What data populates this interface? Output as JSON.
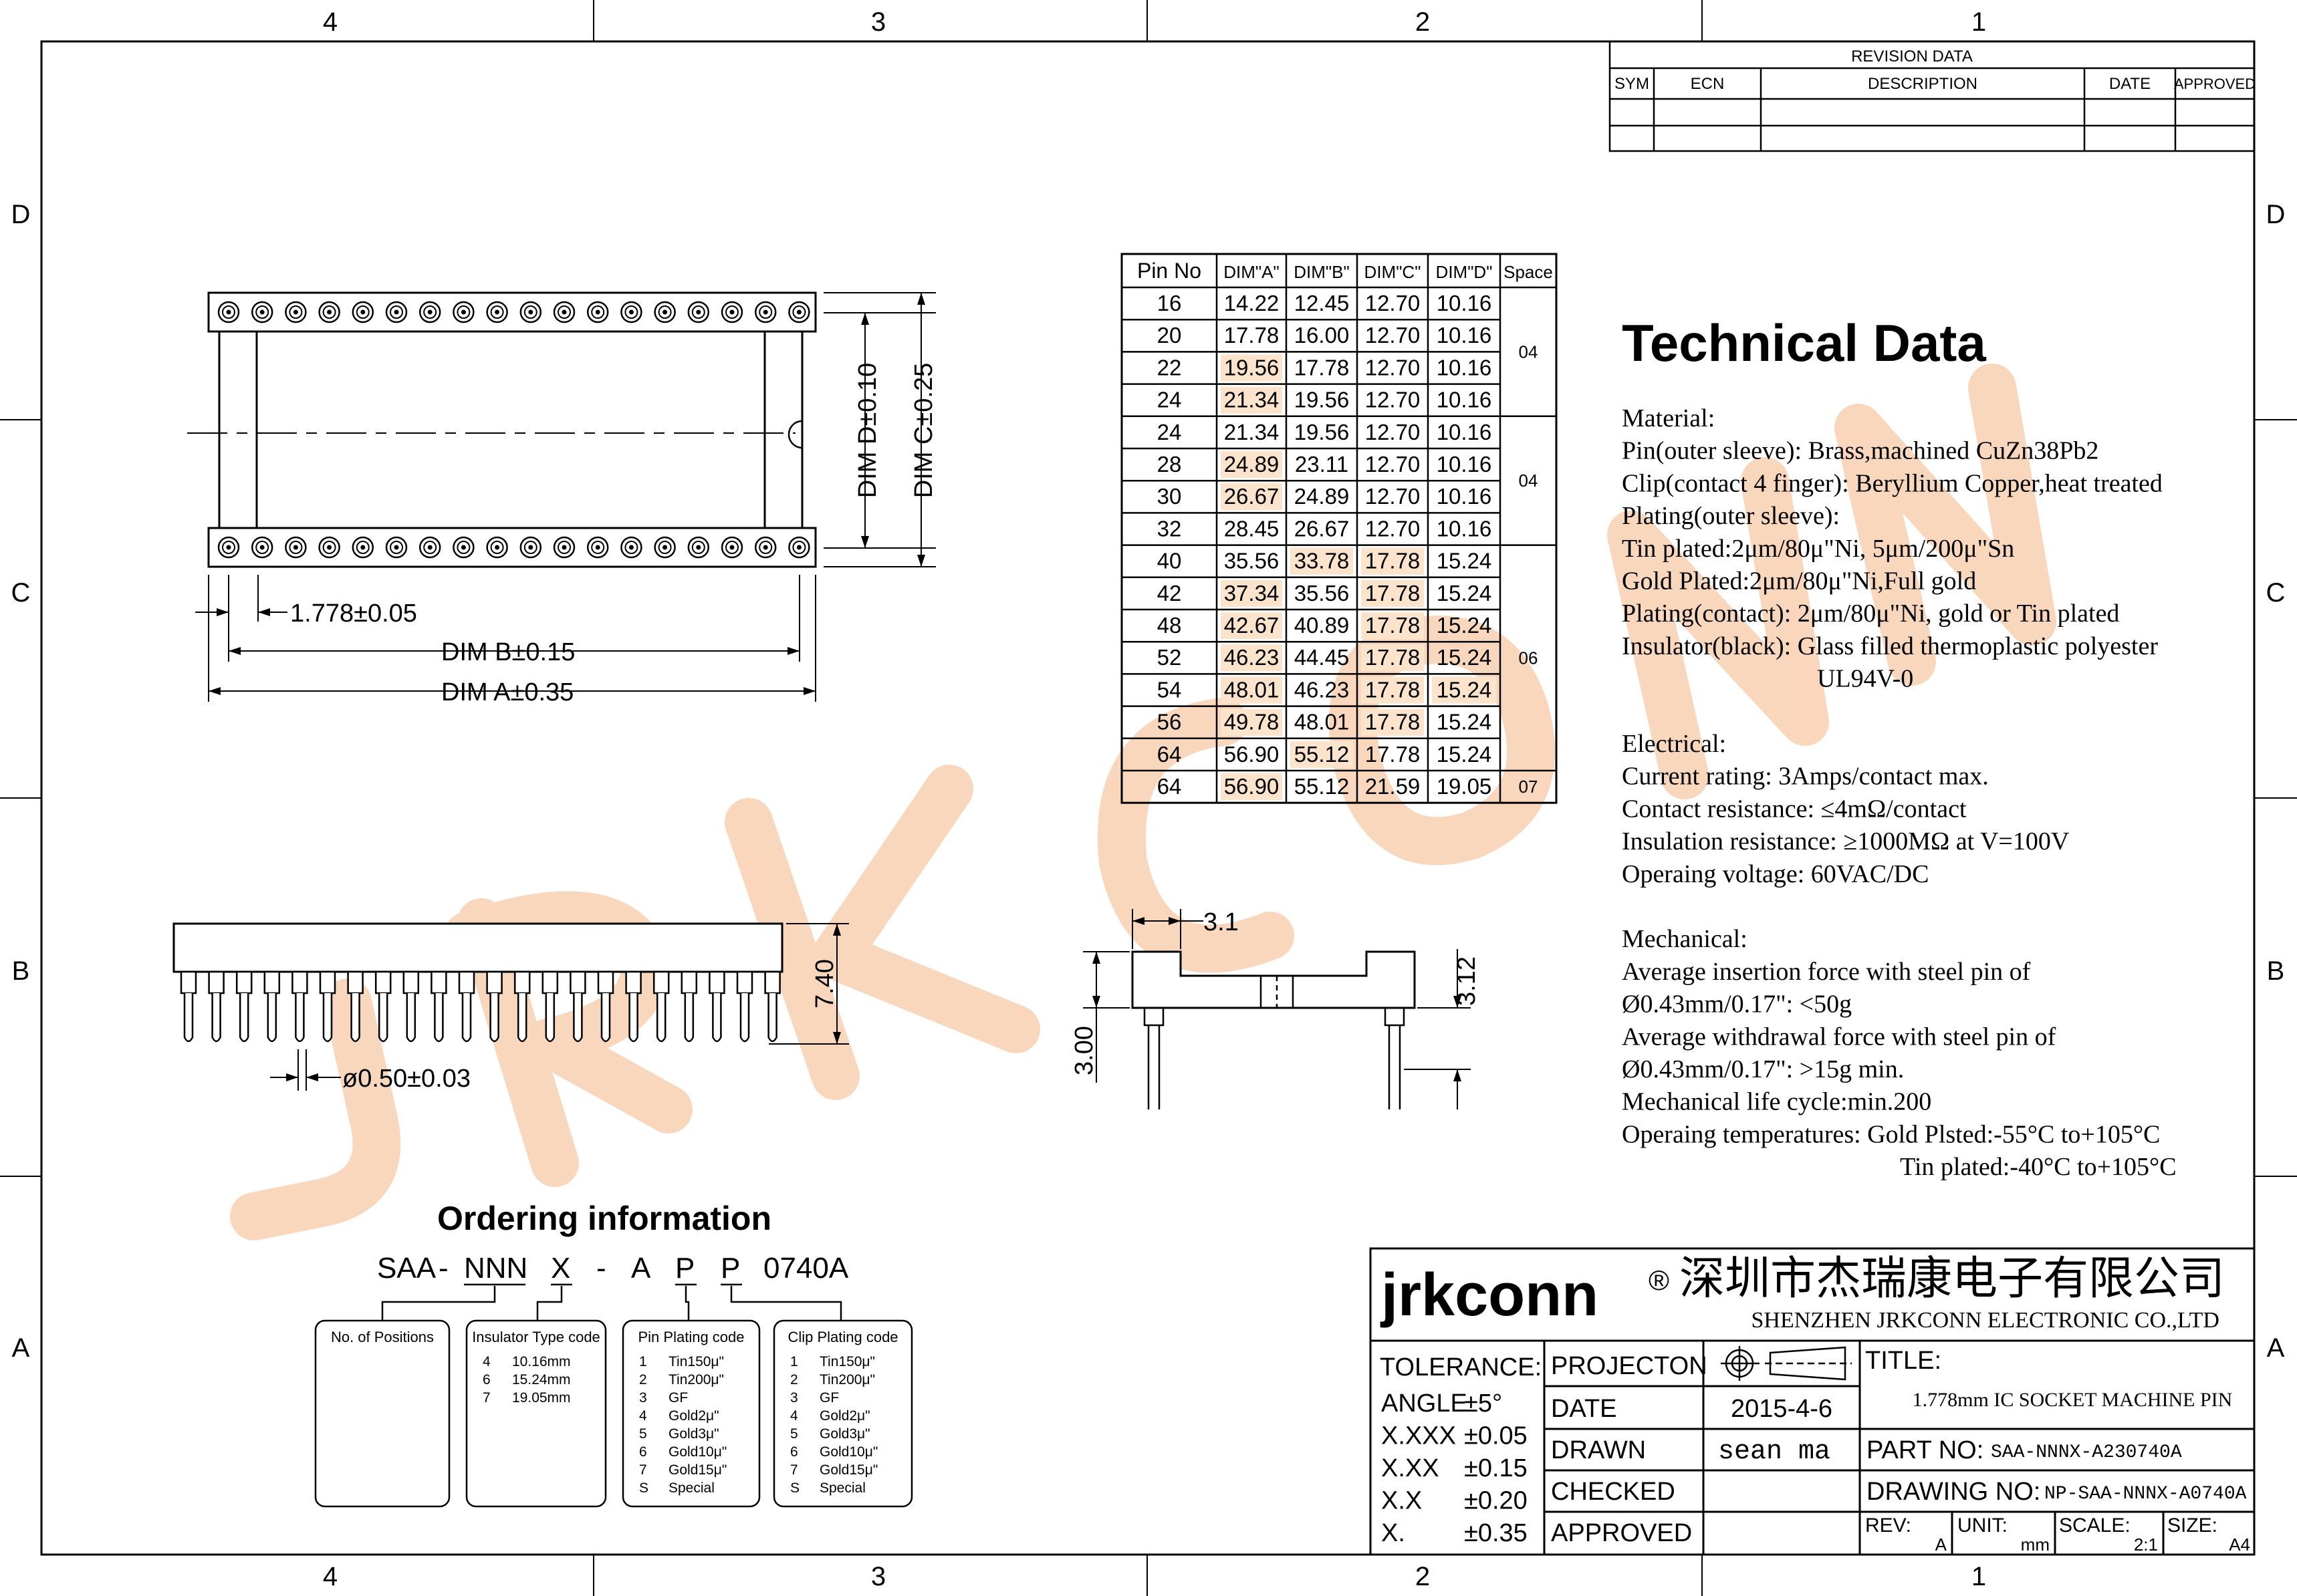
{
  "frame": {
    "zones_top": [
      "4",
      "3",
      "2",
      "1"
    ],
    "zones_bottom": [
      "4",
      "3",
      "2",
      "1"
    ],
    "zones_left": [
      "D",
      "C",
      "B",
      "A"
    ],
    "zones_right": [
      "D",
      "C",
      "B",
      "A"
    ]
  },
  "revision_block": {
    "title": "REVISION  DATA",
    "headers": [
      "SYM",
      "ECN",
      "DESCRIPTION",
      "DATE",
      "APPROVED"
    ]
  },
  "top_view": {
    "dim_pitch": "1.778±0.05",
    "dim_b": "DIM  B±0.15",
    "dim_a": "DIM  A±0.35",
    "dim_d": "DIM  D±0.10",
    "dim_c": "DIM  C±0.25"
  },
  "side_view": {
    "dim_height": "7.40",
    "dim_pin": "ø0.50±0.03"
  },
  "end_view": {
    "dim_top": "3.1",
    "dim_right": "3.12",
    "dim_left": "3.00"
  },
  "dim_table": {
    "headers": [
      "Pin No",
      "DIM\"A\"",
      "DIM\"B\"",
      "DIM\"C\"",
      "DIM\"D\"",
      "Space"
    ],
    "rows": [
      [
        "16",
        "14.22",
        "12.45",
        "12.70",
        "10.16"
      ],
      [
        "20",
        "17.78",
        "16.00",
        "12.70",
        "10.16"
      ],
      [
        "22",
        "19.56",
        "17.78",
        "12.70",
        "10.16"
      ],
      [
        "24",
        "21.34",
        "19.56",
        "12.70",
        "10.16"
      ],
      [
        "24",
        "21.34",
        "19.56",
        "12.70",
        "10.16"
      ],
      [
        "28",
        "24.89",
        "23.11",
        "12.70",
        "10.16"
      ],
      [
        "30",
        "26.67",
        "24.89",
        "12.70",
        "10.16"
      ],
      [
        "32",
        "28.45",
        "26.67",
        "12.70",
        "10.16"
      ],
      [
        "40",
        "35.56",
        "33.78",
        "17.78",
        "15.24"
      ],
      [
        "42",
        "37.34",
        "35.56",
        "17.78",
        "15.24"
      ],
      [
        "48",
        "42.67",
        "40.89",
        "17.78",
        "15.24"
      ],
      [
        "52",
        "46.23",
        "44.45",
        "17.78",
        "15.24"
      ],
      [
        "54",
        "48.01",
        "46.23",
        "17.78",
        "15.24"
      ],
      [
        "56",
        "49.78",
        "48.01",
        "17.78",
        "15.24"
      ],
      [
        "64",
        "56.90",
        "55.12",
        "17.78",
        "15.24"
      ],
      [
        "64",
        "56.90",
        "55.12",
        "21.59",
        "19.05"
      ]
    ],
    "spaces": [
      {
        "label": "04",
        "rows": [
          0,
          3
        ]
      },
      {
        "label": "04",
        "rows": [
          4,
          7
        ]
      },
      {
        "label": "06",
        "rows": [
          8,
          14
        ]
      },
      {
        "label": "07",
        "rows": [
          15,
          15
        ]
      }
    ]
  },
  "technical": {
    "title": "Technical Data",
    "lines": [
      "Material:",
      "Pin(outer sleeve): Brass,machined CuZn38Pb2",
      "Clip(contact 4 finger): Beryllium Copper,heat treated",
      "Plating(outer sleeve):",
      "Tin plated:2μm/80μ\"Ni, 5μm/200μ\"Sn",
      "Gold Plated:2μm/80μ\"Ni,Full gold",
      "Plating(contact): 2μm/80μ\"Ni, gold or Tin plated",
      "Insulator(black): Glass filled thermoplastic polyester",
      "UL94V-0",
      "",
      "Electrical:",
      "Current rating: 3Amps/contact max.",
      "Contact resistance: ≤4mΩ/contact",
      "Insulation resistance: ≥1000MΩ at V=100V",
      "Operaing voltage: 60VAC/DC",
      "",
      "Mechanical:",
      "Average insertion force with steel pin of",
      "Ø0.43mm/0.17\": <50g",
      "Average withdrawal force with steel pin of",
      "Ø0.43mm/0.17\": >15g min.",
      "Mechanical life cycle:min.200",
      "Operaing temperatures: Gold Plsted:-55°C to+105°C",
      "Tin plated:-40°C to+105°C"
    ]
  },
  "ordering": {
    "title": "Ordering information",
    "code_parts": [
      "SAA",
      "-",
      "NNN",
      "X",
      "-",
      "A",
      "P",
      "P",
      "0740A"
    ],
    "boxes": [
      {
        "title": "No. of Positions",
        "items": []
      },
      {
        "title": "Insulator Type code",
        "items": [
          [
            "4",
            "10.16mm"
          ],
          [
            "6",
            "15.24mm"
          ],
          [
            "7",
            "19.05mm"
          ]
        ]
      },
      {
        "title": "Pin Plating code",
        "items": [
          [
            "1",
            "Tin150μ\""
          ],
          [
            "2",
            "Tin200μ\""
          ],
          [
            "3",
            "GF"
          ],
          [
            "4",
            "Gold2μ\""
          ],
          [
            "5",
            "Gold3μ\""
          ],
          [
            "6",
            "Gold10μ\""
          ],
          [
            "7",
            "Gold15μ\""
          ],
          [
            "S",
            "Special"
          ]
        ]
      },
      {
        "title": "Clip Plating code",
        "items": [
          [
            "1",
            "Tin150μ\""
          ],
          [
            "2",
            "Tin200μ\""
          ],
          [
            "3",
            "GF"
          ],
          [
            "4",
            "Gold2μ\""
          ],
          [
            "5",
            "Gold3μ\""
          ],
          [
            "6",
            "Gold10μ\""
          ],
          [
            "7",
            "Gold15μ\""
          ],
          [
            "S",
            "Special"
          ]
        ]
      }
    ]
  },
  "title_block": {
    "brand": "jrkconn",
    "reg": "®",
    "company_cn": "深圳市杰瑞康电子有限公司",
    "company_en": "SHENZHEN JRKCONN ELECTRONIC CO.,LTD",
    "tolerance_label": "TOLERANCE:",
    "tolerances": [
      [
        "ANGLE",
        "±5°"
      ],
      [
        "X.XXX",
        "±0.05"
      ],
      [
        "X.XX",
        "±0.15"
      ],
      [
        "X.X",
        "±0.20"
      ],
      [
        "X.",
        "±0.35"
      ]
    ],
    "projection_label": "PROJECTON",
    "date_label": "DATE",
    "date_value": "2015-4-6",
    "drawn_label": "DRAWN",
    "drawn_value": "sean  ma",
    "checked_label": "CHECKED",
    "approved_label": "APPROVED",
    "title_label": "TITLE:",
    "title_value": "1.778mm IC SOCKET MACHINE PIN",
    "part_label": "PART  NO:",
    "part_value": "SAA-NNNX-A230740A",
    "drawing_label": "DRAWING  NO:",
    "drawing_value": "NP-SAA-NNNX-A0740A",
    "rev_label": "REV:",
    "rev_value": "A",
    "unit_label": "UNIT:",
    "unit_value": "mm",
    "scale_label": "SCALE:",
    "scale_value": "2:1",
    "size_label": "SIZE:",
    "size_value": "A4"
  },
  "colors": {
    "line": "#000000",
    "highlight": "#fbe3cc",
    "watermark": "#f7c6a0"
  }
}
